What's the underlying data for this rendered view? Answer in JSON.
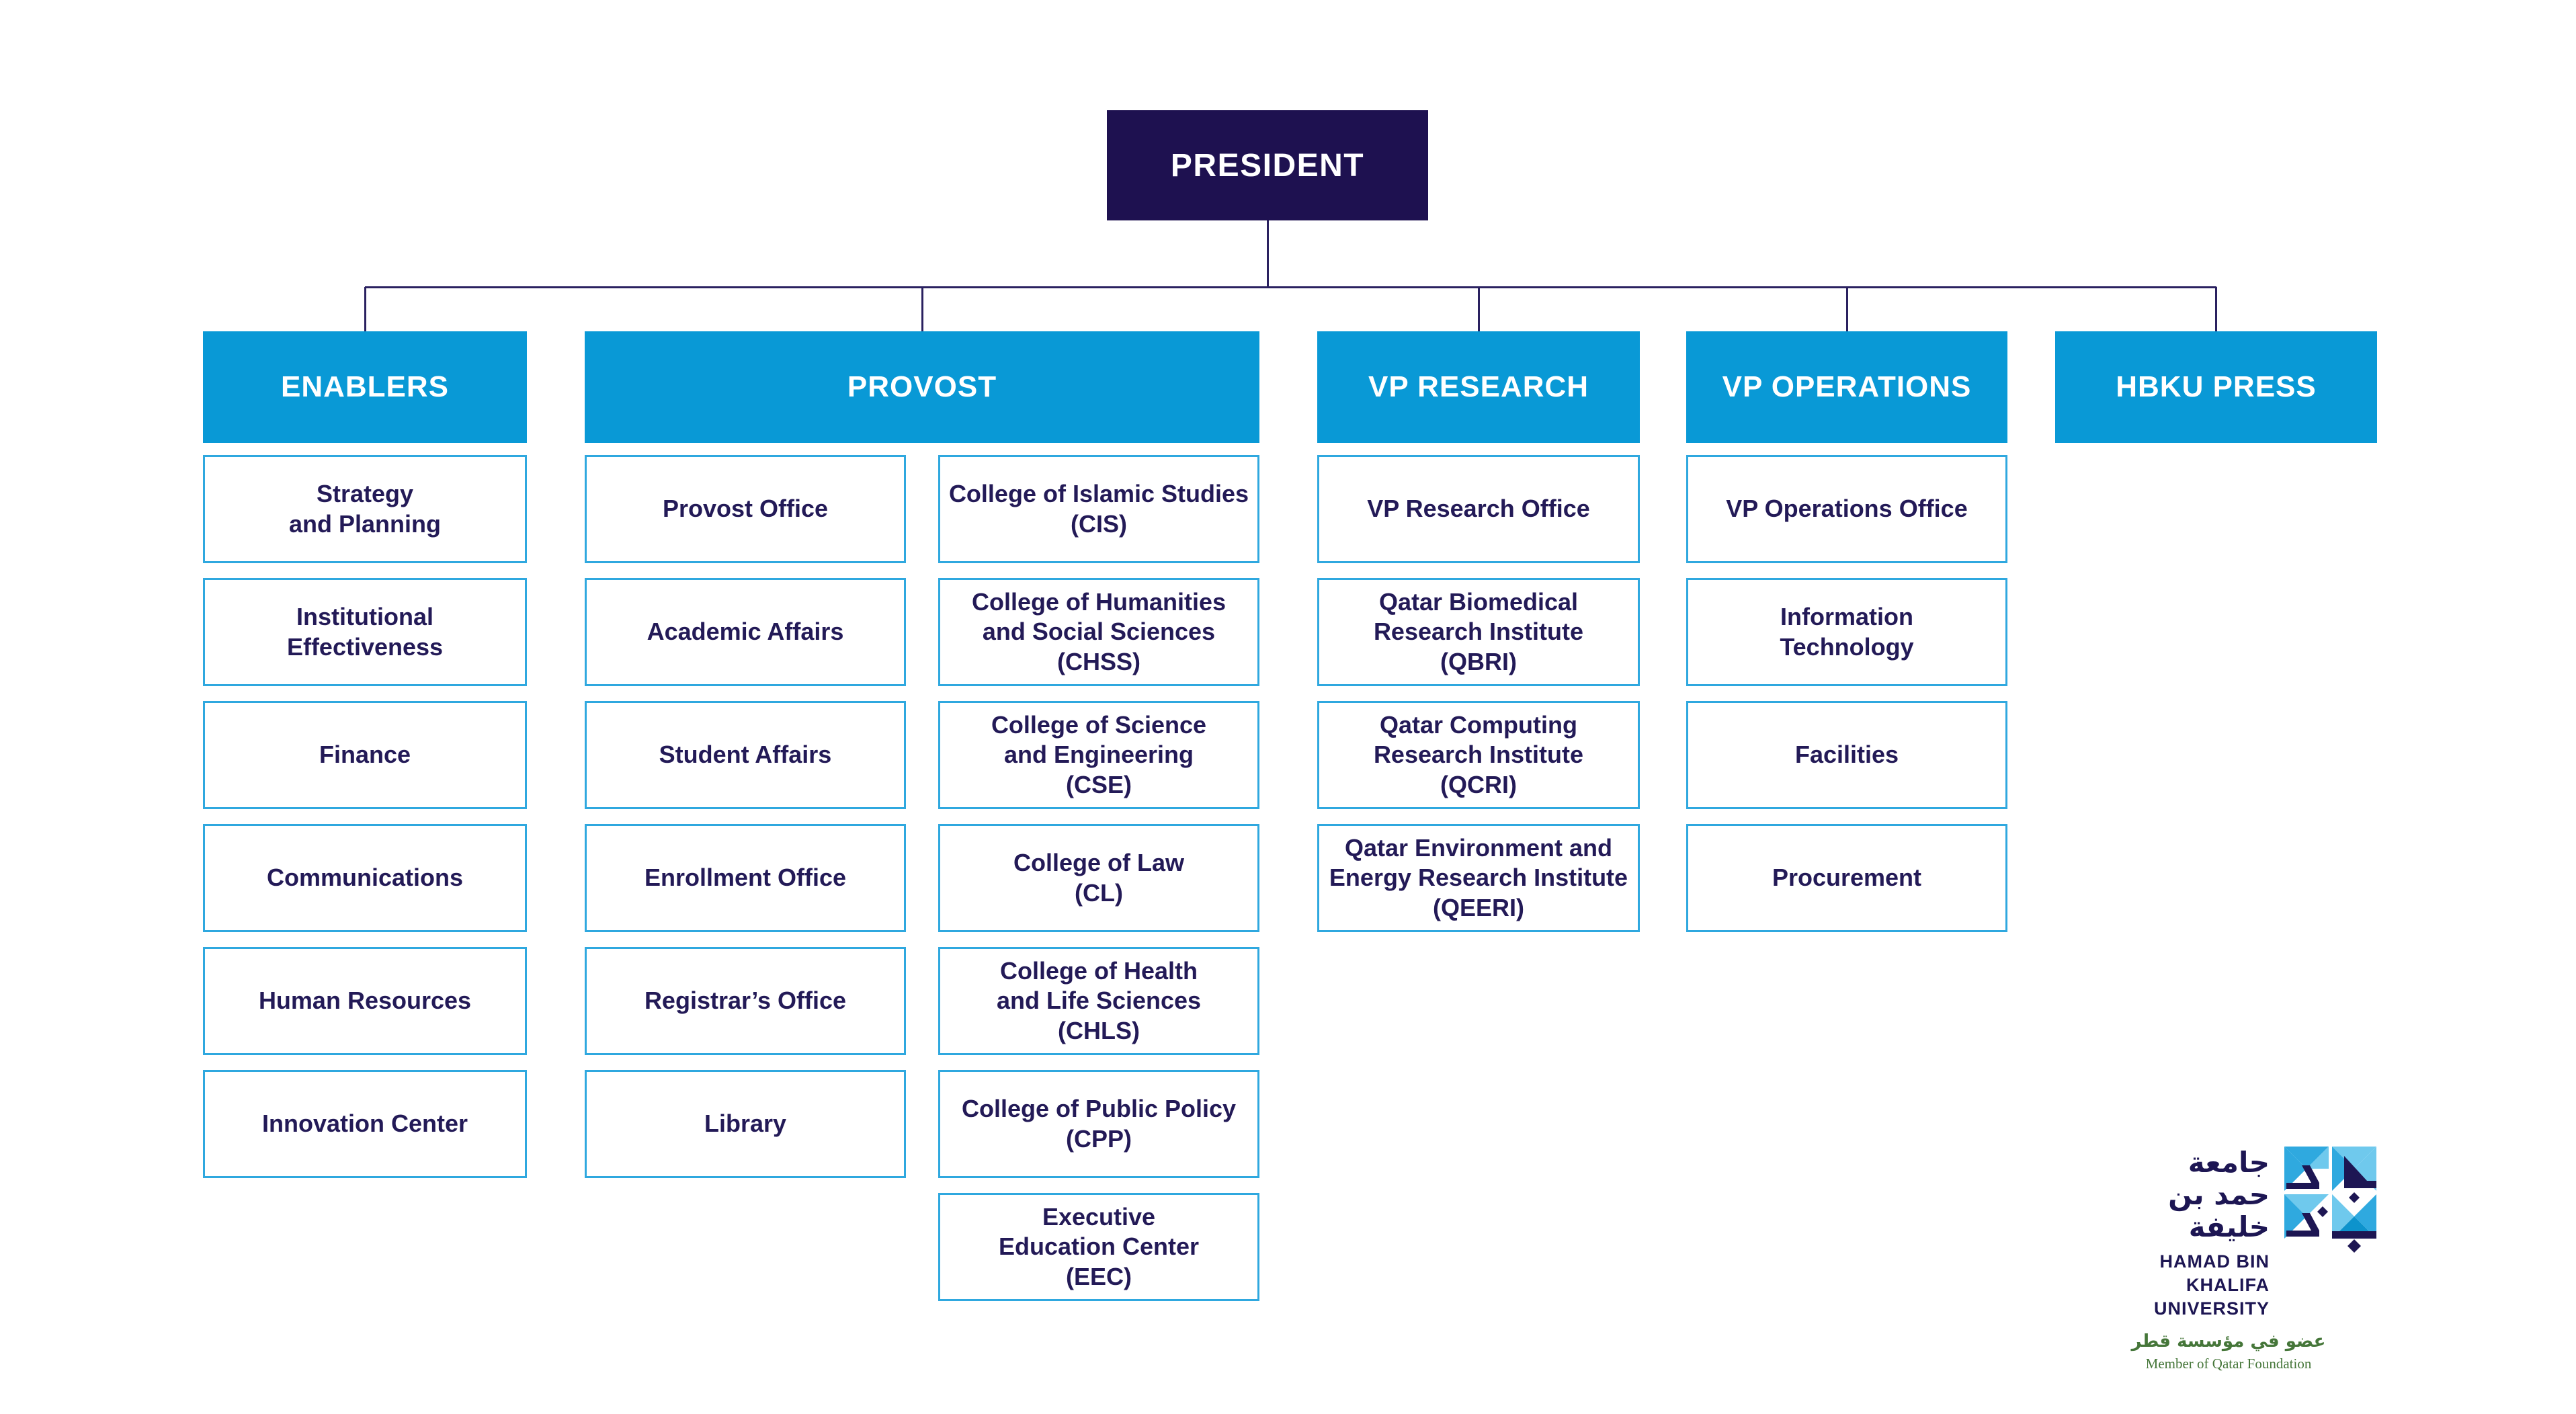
{
  "page": {
    "background": "#ffffff"
  },
  "org": {
    "president": "PRESIDENT",
    "branches": [
      {
        "id": "enablers",
        "label": "ENABLERS",
        "columns": [
          [
            "Strategy\nand Planning",
            "Institutional\nEffectiveness",
            "Finance",
            "Communications",
            "Human Resources",
            "Innovation Center"
          ]
        ]
      },
      {
        "id": "provost",
        "label": "PROVOST",
        "columns": [
          [
            "Provost Office",
            "Academic Affairs",
            "Student Affairs",
            "Enrollment Office",
            "Registrar’s Office",
            "Library"
          ],
          [
            "College of Islamic Studies\n(CIS)",
            "College of Humanities\nand Social Sciences\n(CHSS)",
            "College of Science\nand Engineering\n(CSE)",
            "College of Law\n(CL)",
            "College of Health\nand Life Sciences\n(CHLS)",
            "College of Public Policy\n(CPP)",
            "Executive\nEducation Center\n(EEC)"
          ]
        ]
      },
      {
        "id": "vp-research",
        "label": "VP RESEARCH",
        "columns": [
          [
            "VP Research Office",
            "Qatar Biomedical\nResearch Institute\n(QBRI)",
            "Qatar Computing\nResearch Institute\n(QCRI)",
            "Qatar Environment and\nEnergy Research Institute\n(QEERI)"
          ]
        ]
      },
      {
        "id": "vp-operations",
        "label": "VP OPERATIONS",
        "columns": [
          [
            "VP Operations Office",
            "Information\nTechnology",
            "Facilities",
            "Procurement"
          ]
        ]
      },
      {
        "id": "hbku-press",
        "label": "HBKU PRESS",
        "columns": [
          []
        ]
      }
    ]
  },
  "logo": {
    "arabic_line1": "جامعة",
    "arabic_line2": "حمد بن خليفة",
    "latin_line1": "HAMAD BIN KHALIFA",
    "latin_line2": "UNIVERSITY",
    "member_arabic": "عضو في مؤسسة قطر",
    "member_english": "Member of Qatar Foundation"
  },
  "colors": {
    "president_bg": "#1e1150",
    "header_bg": "#0999d6",
    "box_border": "#2fa8df",
    "text_navy": "#231a57",
    "line": "#2a2160",
    "logo_navy": "#1d1653",
    "logo_green": "#457639",
    "logo_light_blue": "#6fc9ed",
    "logo_mid_blue": "#2fa9df",
    "logo_deep_blue": "#0d93cc"
  }
}
